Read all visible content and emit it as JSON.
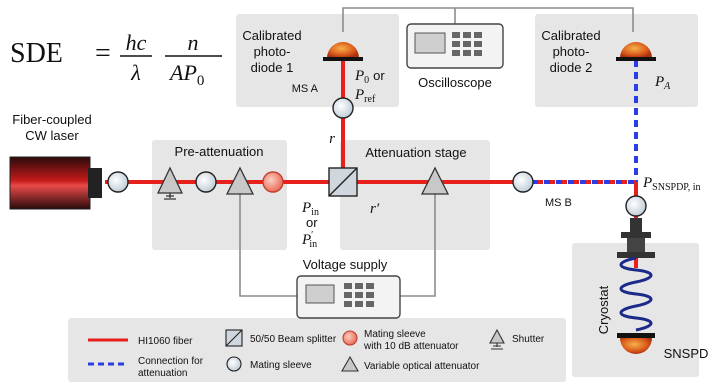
{
  "formula": {
    "lhs": "SDE",
    "equals": "=",
    "frac1_num": "hc",
    "frac1_den": "λ",
    "frac2_num": "n",
    "frac2_den": "AP",
    "frac2_den_sub": "0"
  },
  "laser": {
    "label_line1": "Fiber-coupled",
    "label_line2": "CW laser"
  },
  "pre_attenuation": {
    "title": "Pre-attenuation"
  },
  "attenuation_stage": {
    "title": "Attenuation stage"
  },
  "photodiode1": {
    "line1": "Calibrated",
    "line2": "photo-",
    "line3": "diode 1"
  },
  "photodiode2": {
    "line1": "Calibrated",
    "line2": "photo-",
    "line3": "diode 2"
  },
  "oscilloscope": {
    "label": "Oscilloscope"
  },
  "voltage_supply": {
    "label": "Voltage supply"
  },
  "cryostat": {
    "label": "Cryostat"
  },
  "snspd": {
    "label": "SNSPD"
  },
  "monitor_splitters": {
    "a": "MS A",
    "b": "MS B"
  },
  "powers": {
    "p0_main": "P",
    "p0_sub": "0",
    "p0_or": "or",
    "pref_main": "P",
    "pref_sub": "ref",
    "pin_main": "P",
    "pin_sub": "in",
    "pin_or": "or",
    "pin2_main": "P",
    "pin2_prime": "′",
    "pin2_sub": "in",
    "r": "r",
    "r_prime": "r′",
    "pa_main": "P",
    "pa_sub": "A",
    "psnspd_main": "P",
    "psnspd_sub": "SNSPDP, in"
  },
  "legend": {
    "fiber": "HI1060 fiber",
    "connection_line1": "Connection for",
    "connection_line2": "attenuation",
    "beam_splitter": "50/50 Beam splitter",
    "mating_sleeve": "Mating sleeve",
    "mating_sleeve_att_line1": "Mating sleeve",
    "mating_sleeve_att_line2": "with 10 dB attenuator",
    "voa": "Variable optical attenuator",
    "shutter": "Shutter"
  },
  "colors": {
    "fiber": "#e8201c",
    "connection": "#2b3ee6",
    "panel": "#e6e6e6",
    "sleeve_fill": "#dde7ee",
    "attenuator_sleeve": "#f08070",
    "photodiode": "#e06a1f"
  }
}
